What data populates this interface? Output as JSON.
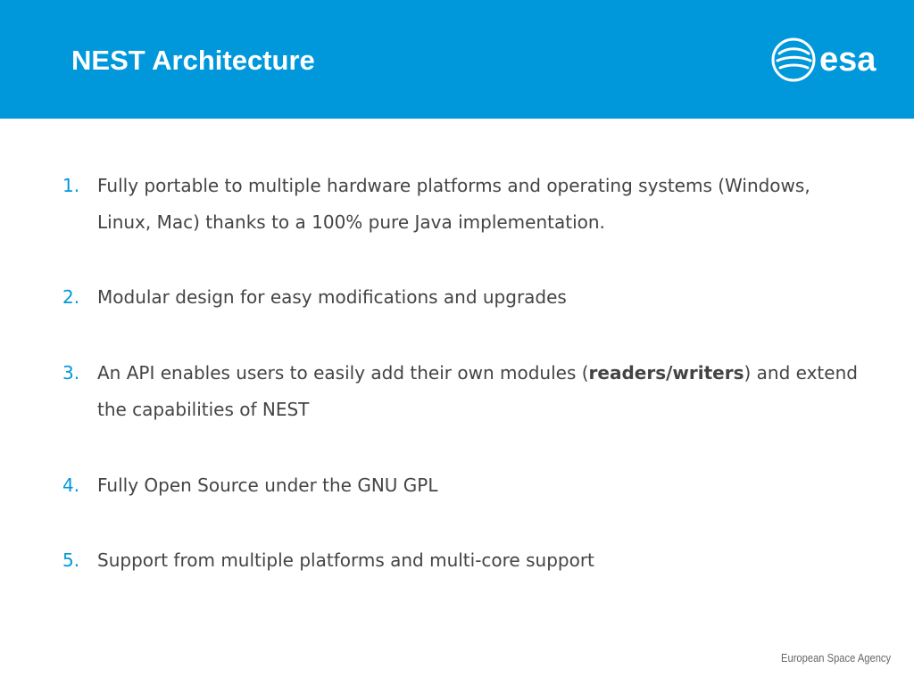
{
  "slide": {
    "title": "NEST Architecture",
    "logo_text": "esa",
    "footer": "European Space Agency"
  },
  "items": [
    {
      "number": "1.",
      "text": "Fully portable to multiple hardware platforms and operating systems (Windows, Linux, Mac) thanks to a 100% pure Java implementation."
    },
    {
      "number": "2.",
      "text": "Modular design for easy modifications and upgrades"
    },
    {
      "number": "3.",
      "text_before": "An API enables users to easily add their own modules (",
      "text_bold": "readers/writers",
      "text_after": ") and extend the capabilities of NEST"
    },
    {
      "number": "4.",
      "text": "Fully Open Source under the GNU GPL"
    },
    {
      "number": "5.",
      "text": "Support from multiple platforms and multi-core support"
    }
  ],
  "colors": {
    "header": "#0098db",
    "number": "#0098db",
    "text": "#444444",
    "footer": "#666666"
  },
  "icons": {
    "logo": "esa-logo-icon"
  }
}
